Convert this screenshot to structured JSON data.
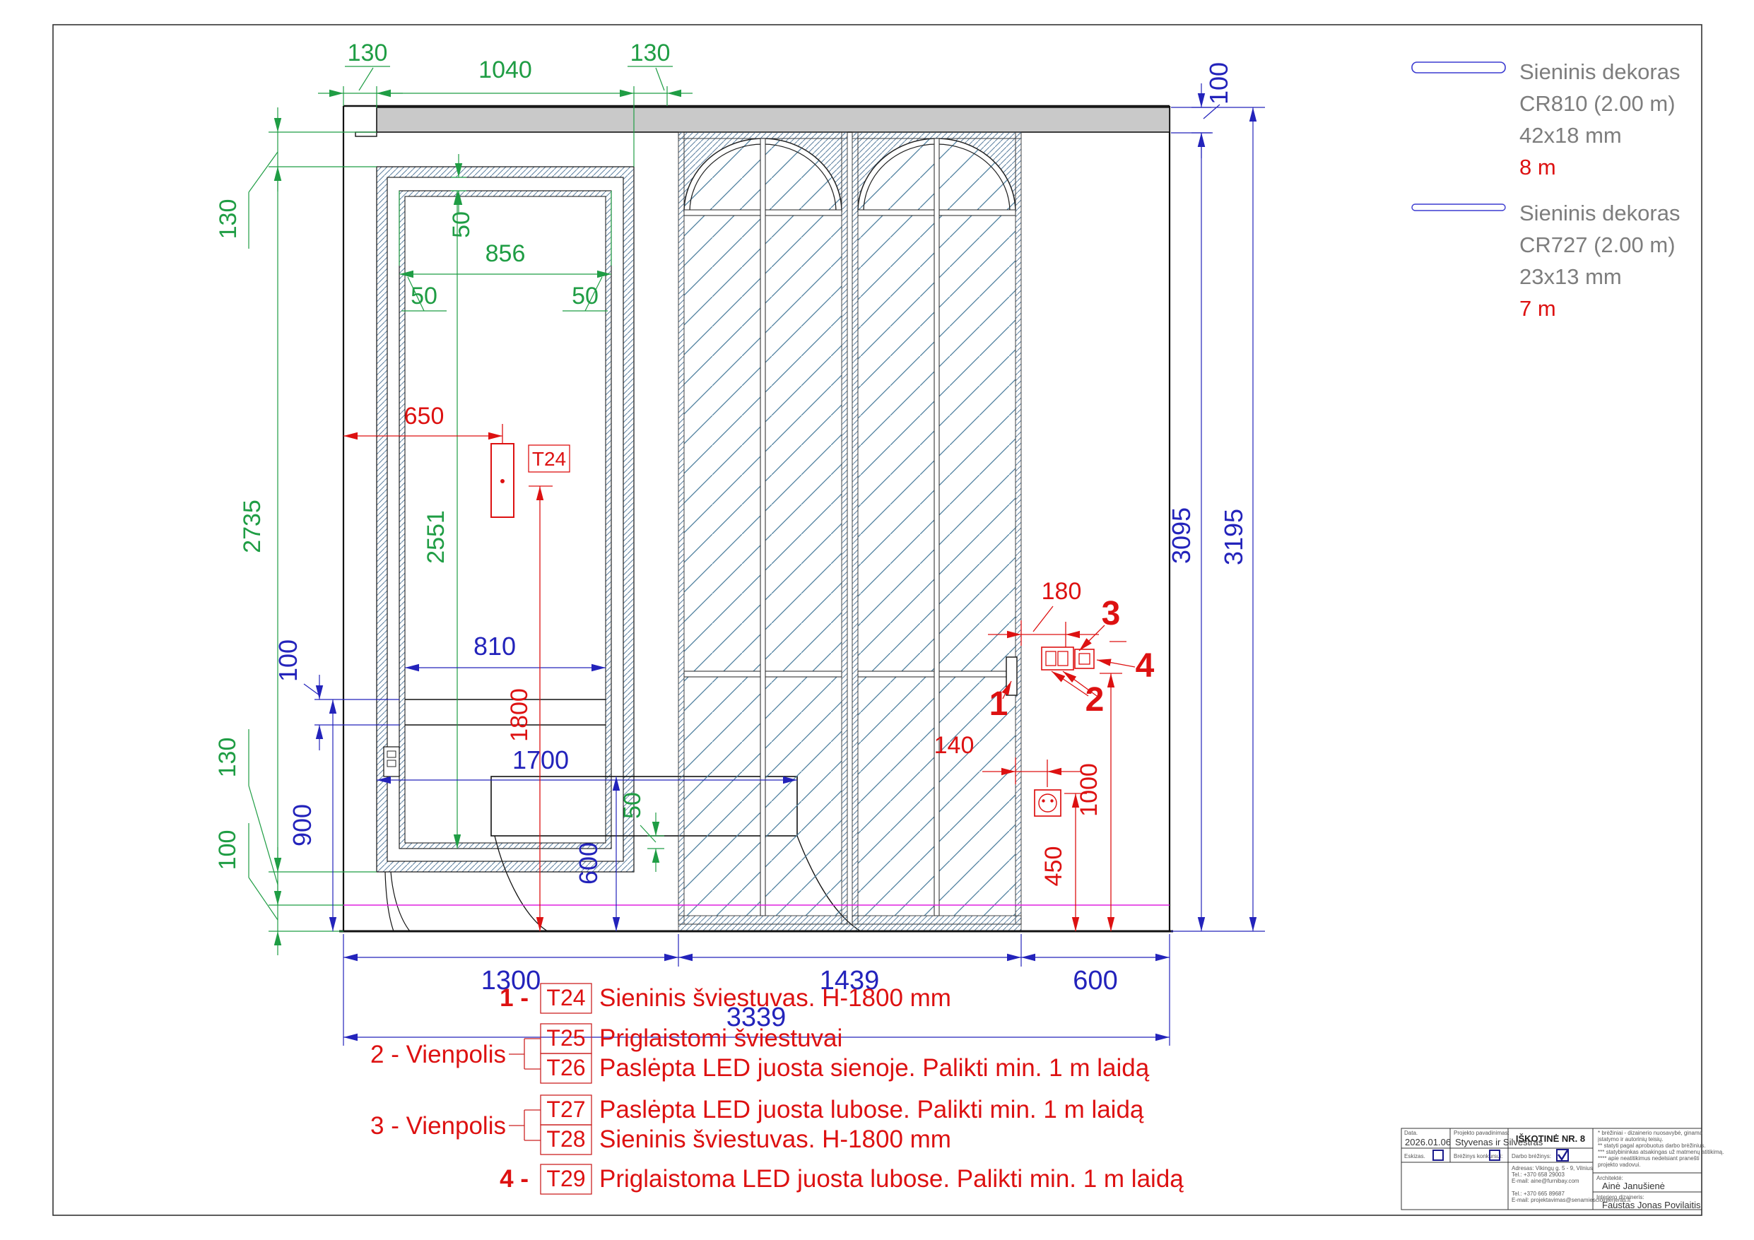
{
  "legend": {
    "items": [
      {
        "title": "Sieninis dekoras",
        "code": "CR810 (2.00 m)",
        "size": "42x18 mm",
        "length": "8 m"
      },
      {
        "title": "Sieninis dekoras",
        "code": "CR727 (2.00 m)",
        "size": "23x13 mm",
        "length": "7 m"
      }
    ]
  },
  "fixtures": {
    "groups": {
      "g1": "1 -",
      "g2": "2 - Vienpolis",
      "g3": "3 - Vienpolis",
      "g4": "4 -"
    },
    "rows": [
      {
        "tag": "T24",
        "desc": "Sieninis šviestuvas. H-1800 mm"
      },
      {
        "tag": "T25",
        "desc": "Priglaistomi šviestuvai"
      },
      {
        "tag": "T26",
        "desc": "Paslėpta LED juosta sienoje. Palikti min. 1 m laidą"
      },
      {
        "tag": "T27",
        "desc": "Paslėpta LED juosta lubose. Palikti min. 1 m laidą"
      },
      {
        "tag": "T28",
        "desc": "Sieninis šviestuvas. H-1800 mm"
      },
      {
        "tag": "T29",
        "desc": "Priglaistoma LED juosta lubose. Palikti min. 1 m laidą"
      }
    ]
  },
  "dims": {
    "green": {
      "top_left": "130",
      "top_mid": "1040",
      "top_right": "130",
      "left_top": "130",
      "left_height": "2735",
      "left_bottom": "130",
      "left_floor": "100",
      "inner_width": "856",
      "gap_left": "50",
      "gap_right": "50",
      "gap_top": "50",
      "inner_height": "2551",
      "gap_bottom": "50"
    },
    "blue": {
      "shelf_gap": "100",
      "opening_width": "810",
      "shelf_height": "900",
      "bench_height": "600",
      "bench_width": "1700",
      "seg1": "1300",
      "seg2": "1439",
      "seg3": "600",
      "total": "3339",
      "band_height": "100",
      "wall_height": "3095",
      "total_height": "3195"
    },
    "red": {
      "lum_offset": "650",
      "lum_tag": "T24",
      "lum_height": "1800",
      "switch_offset": "180",
      "socket_offset": "140",
      "switch_height": "1000",
      "socket_height": "450",
      "m1": "1",
      "m2": "2",
      "m3": "3",
      "m4": "4"
    }
  },
  "titleblock": {
    "date_label": "Data.",
    "date": "2026.01.06",
    "project_label": "Projekto pavadinimas:",
    "project": "Styvenas ir Silvestras",
    "sheet_title": "IŠKOTINĖ NR. 8",
    "sketch_label": "Eskizas.",
    "contest_label": "Brėžinys konkursui:",
    "working_label": "Darbo brėžinys:",
    "address": "Adresas: Vikingų g. 5 - 9, Vilnius",
    "tel1": "Tel.: +370 658 29003",
    "email1": "E-mail: aine@furnibay.com",
    "tel2": "Tel.: +370 665 89687",
    "email2": "E-mail: projektavimas@senamiesciointerjeras.lt",
    "notes": [
      "*    brėžiniai - dizainerio nuosavybė, ginama",
      "      įstatymo ir autorinių teisių.",
      "**   statyti pagal aprobuotus darbo brėžinius.",
      "***  statybininkas atsakingas už matmenų atitikimą.",
      "**** apie neatitikimus nedelsiant pranešti",
      "        projekto vadovui."
    ],
    "architect_label": "Architektė:",
    "architect": "Ainė Janušienė",
    "designer_label": "Interjero dizaineris:",
    "designer": "Faustas Jonas Povilaitis"
  },
  "colors": {
    "dim_green": "#1f9d44",
    "dim_blue": "#2323bb",
    "dim_red": "#dd1111",
    "floor_offset_magenta": "#e020e0",
    "ceiling_band_gray": "#c9c9c9",
    "glass_line_blue": "#4d7f9e"
  }
}
